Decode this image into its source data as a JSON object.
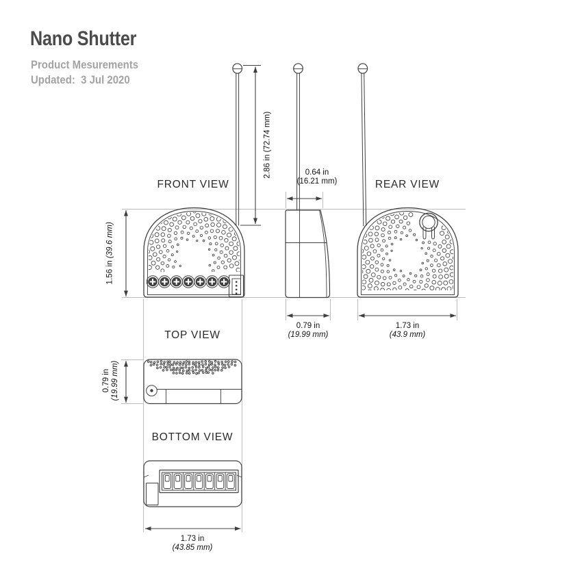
{
  "header": {
    "title": "Nano Shutter",
    "subtitle": "Product Mesurements",
    "updated": "Updated:  3 Jul 2020"
  },
  "views": {
    "front": {
      "label": "FRONT VIEW"
    },
    "rear": {
      "label": "REAR VIEW"
    },
    "top": {
      "label": "TOP VIEW"
    },
    "bottom": {
      "label": "BOTTOM VIEW"
    }
  },
  "dimensions": {
    "antenna_length": {
      "in": "2.86 in",
      "mm": "(72.74 mm)"
    },
    "body_height": {
      "in": "1.56 in",
      "mm": "(39.6 mm)"
    },
    "side_top_width": {
      "in": "0.64 in",
      "mm": "(16.21 mm)"
    },
    "side_bottom_width": {
      "in": "0.79 in",
      "mm": "(19.99 mm)"
    },
    "rear_width": {
      "in": "1.73 in",
      "mm": "(43.9 mm)"
    },
    "top_depth": {
      "in": "0.79 in",
      "mm": "(19.99 mm)"
    },
    "bottom_width": {
      "in": "1.73 in",
      "mm": "(43.85 mm)"
    }
  },
  "colors": {
    "line": "#3f3f3f",
    "guide": "#bcbcbc",
    "text": "#1d1d1d",
    "muted": "#a3a3a3",
    "title": "#4b4b4b",
    "background": "#ffffff"
  }
}
